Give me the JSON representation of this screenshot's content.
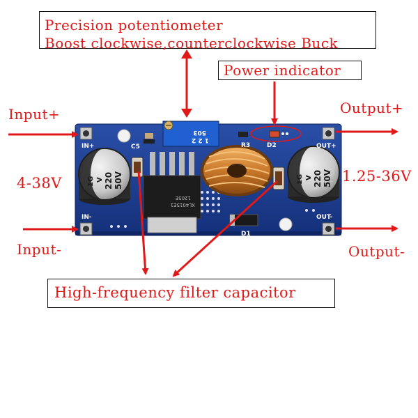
{
  "labels": {
    "precision_line1": "Precision potentiometer",
    "precision_line2": "Boost clockwise,counterclockwise Buck",
    "power_indicator": "Power indicator",
    "input_plus": "Input+",
    "input_minus": "Input-",
    "input_voltage": "4-38V",
    "output_plus": "Output+",
    "output_minus": "Output-",
    "output_voltage": "1.25-36V",
    "hf_capacitor": "High-frequency filter capacitor"
  },
  "pcb": {
    "in_plus": "IN+",
    "in_minus": "IN-",
    "out_plus": "OUT+",
    "out_minus": "OUT-",
    "c5": "C5",
    "r3": "R3",
    "d2": "D2",
    "d1": "D1",
    "pot_code_1": "503",
    "pot_code_2": "1 2 2",
    "cap_line1": "1G",
    "cap_line2": "V",
    "cap_line3": "220",
    "cap_line4": "50V",
    "ic_line1": "XL4015E1",
    "ic_line2": "1205E"
  },
  "colors": {
    "annotation_red": "#e01818",
    "pcb_blue": "#1a3a8c",
    "coil_copper": "#c8782a",
    "pot_blue": "#2060d0"
  }
}
